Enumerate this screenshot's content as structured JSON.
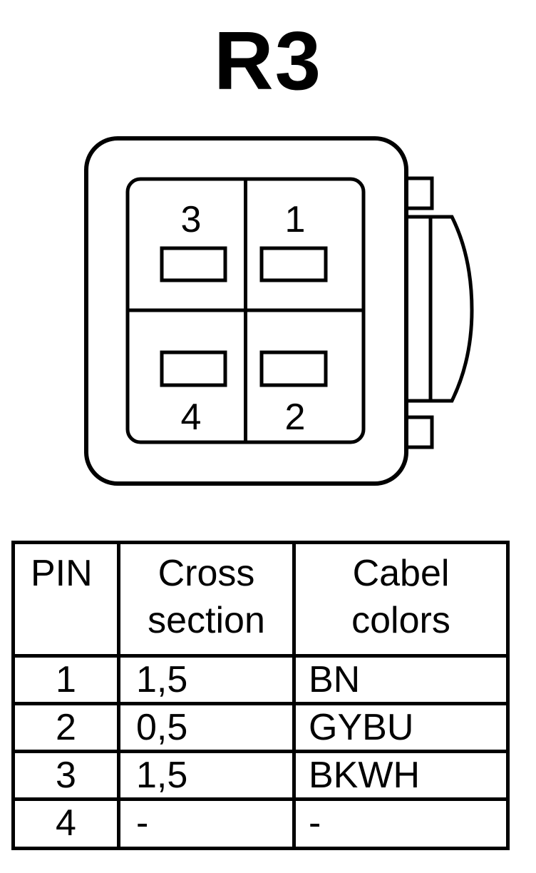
{
  "title": "R3",
  "connector": {
    "pin_labels": {
      "top_left": "3",
      "top_right": "1",
      "bottom_left": "4",
      "bottom_right": "2"
    }
  },
  "table": {
    "headers": {
      "pin": "PIN",
      "cross_section_line1": "Cross",
      "cross_section_line2": "section",
      "colors_line1": "Cabel",
      "colors_line2": "colors"
    },
    "rows": [
      {
        "pin": "1",
        "cross_section": "1,5",
        "color": "BN"
      },
      {
        "pin": "2",
        "cross_section": "0,5",
        "color": "GYBU"
      },
      {
        "pin": "3",
        "cross_section": "1,5",
        "color": "BKWH"
      },
      {
        "pin": "4",
        "cross_section": "-",
        "color": "-"
      }
    ]
  }
}
